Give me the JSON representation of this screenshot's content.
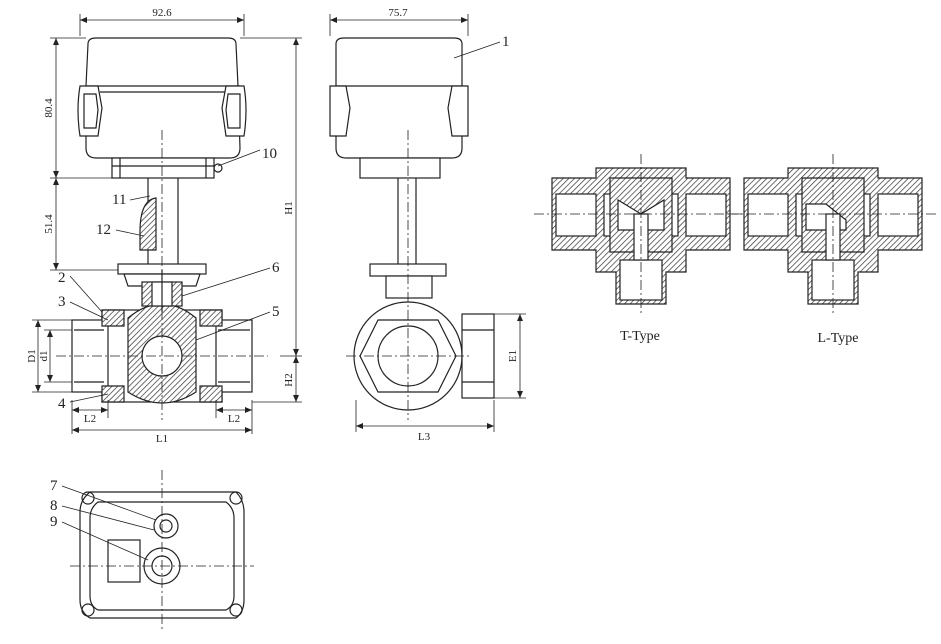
{
  "front_view": {
    "dims": {
      "width": "92.6",
      "actuator_height": "80.4",
      "stem_height": "51.4",
      "total_height": "H1",
      "center_height": "H2",
      "outer_diameter": "D1",
      "inner_diameter": "d1",
      "thread_left": "L2",
      "thread_right": "L2",
      "length": "L1"
    },
    "callouts": [
      "2",
      "3",
      "4",
      "5",
      "6",
      "10",
      "11",
      "12"
    ]
  },
  "side_view": {
    "dims": {
      "width": "75.7",
      "port_height": "E1",
      "length": "L3"
    },
    "callouts": [
      "1"
    ]
  },
  "top_view": {
    "callouts": [
      "7",
      "8",
      "9"
    ]
  },
  "port_types": {
    "t_type": "T-Type",
    "l_type": "L-Type"
  }
}
